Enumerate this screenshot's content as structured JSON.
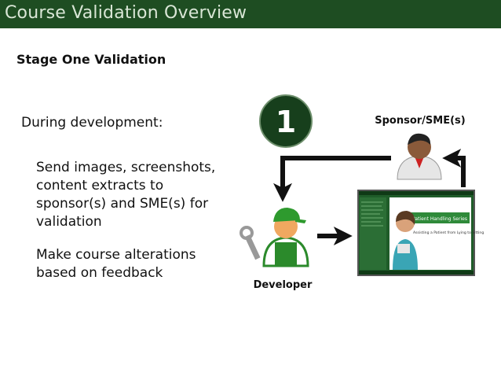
{
  "header": {
    "title": "Course Validation Overview"
  },
  "slide": {
    "heading": "Stage One Validation",
    "intro": "During development:",
    "bullets": [
      "Send images, screenshots, content extracts to sponsor(s) and SME(s) for validation",
      "Make course alterations based on feedback"
    ]
  },
  "diagram": {
    "stage_number": "1",
    "sponsor_label": "Sponsor/SME(s)",
    "developer_label": "Developer",
    "course_screen": {
      "banner": "Patient Handling Series",
      "subtitle": "Assisting a Patient from Lying to Sitting"
    }
  },
  "colors": {
    "header_bg": "#1e4d22",
    "header_text": "#d9e6d6",
    "circle_bg": "#173f1c",
    "screen_green": "#2f7a3a",
    "arrow": "#111111"
  }
}
